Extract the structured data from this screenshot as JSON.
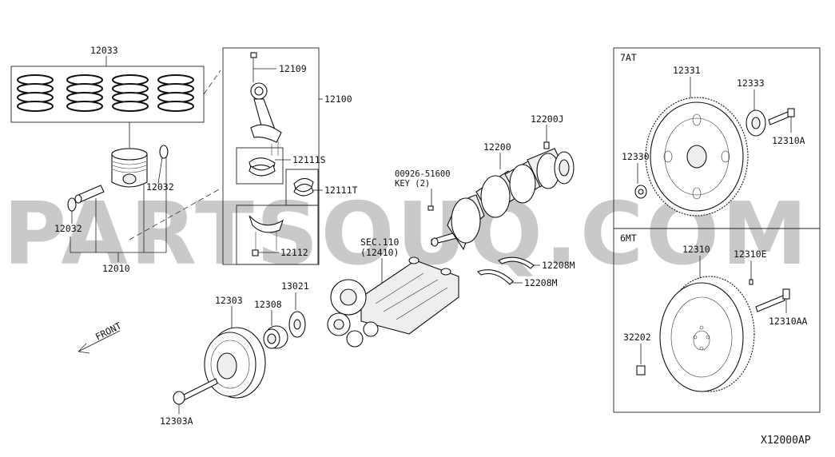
{
  "watermark": "PARTSOUQ.COM",
  "diagram_code": "X12000AP",
  "front_label": "FRONT",
  "sections": {
    "at": "7AT",
    "mt": "6MT"
  },
  "parts": {
    "p12033": "12033",
    "p12032a": "12032",
    "p12032b": "12032",
    "p12010": "12010",
    "p12109": "12109",
    "p12100": "12100",
    "p12111s": "12111S",
    "p12111t": "12111T",
    "p12112": "12112",
    "p00926": "00926-51600",
    "key": "KEY (2)",
    "p12200j": "12200J",
    "p12200": "12200",
    "sec110": "SEC.110",
    "sec110ref": "(12410)",
    "p12208m_a": "12208M",
    "p12208m_b": "12208M",
    "p12303": "12303",
    "p12308": "12308",
    "p13021": "13021",
    "p12303a": "12303A",
    "p12331": "12331",
    "p12333": "12333",
    "p12310a": "12310A",
    "p12330": "12330",
    "p12310": "12310",
    "p12310e": "12310E",
    "p12310aa": "12310AA",
    "p32202": "32202"
  }
}
